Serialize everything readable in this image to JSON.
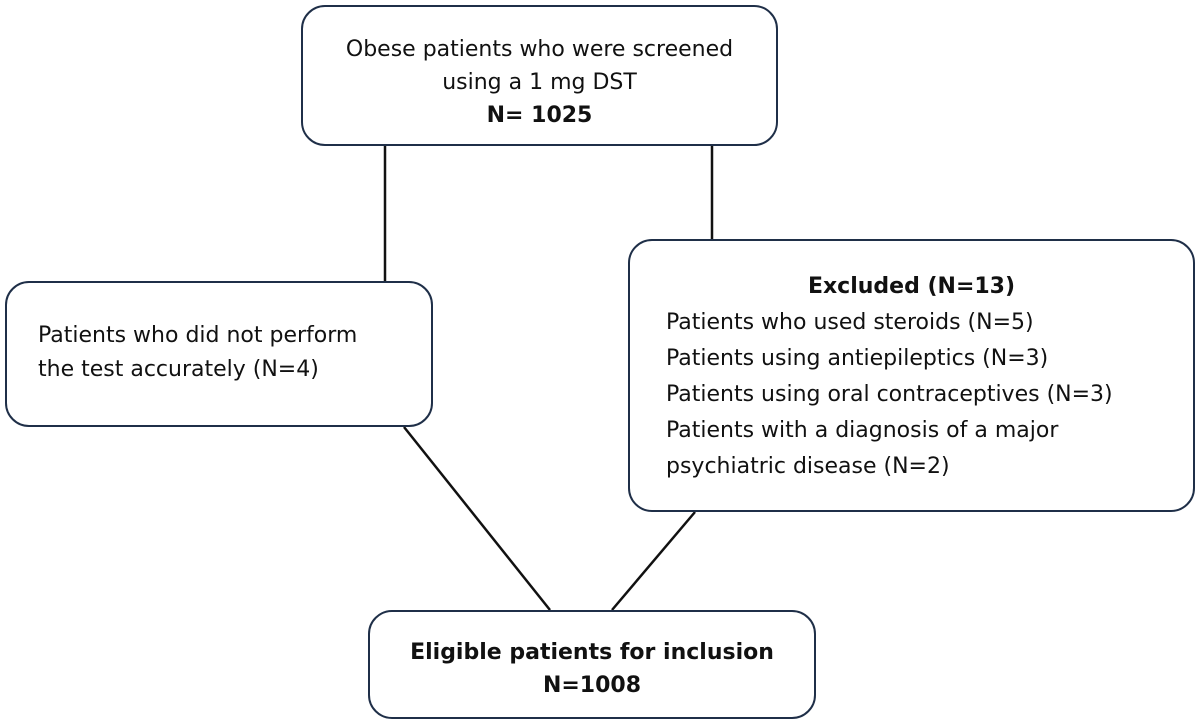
{
  "screened": {
    "line1": "Obese patients who were screened",
    "line2": "using a 1 mg DST",
    "count": "N= 1025"
  },
  "inaccurate": {
    "line1": "Patients who did not perform",
    "line2": "the test accurately (N=4)"
  },
  "excluded": {
    "heading": "Excluded (N=13)",
    "items": [
      "Patients who used steroids (N=5)",
      "Patients using antiepileptics (N=3)",
      "Patients using oral contraceptives (N=3)",
      "Patients with a diagnosis of a major",
      "psychiatric disease (N=2)"
    ]
  },
  "eligible": {
    "label": "Eligible patients for inclusion",
    "count": "N=1008"
  }
}
